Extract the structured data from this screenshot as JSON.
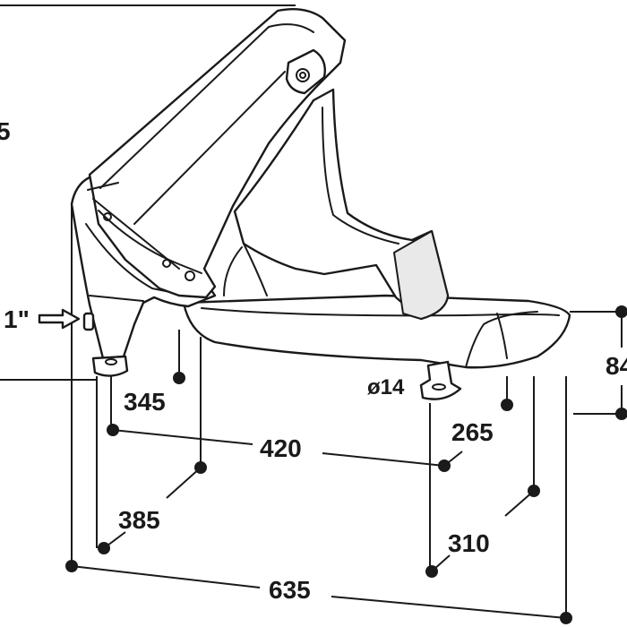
{
  "colors": {
    "line": "#1a1a1a",
    "background": "#ffffff",
    "shade": "#e9e9e9"
  },
  "dimensions": {
    "height_partial": "5",
    "inlet": "1\"",
    "d345": "345",
    "d420": "420",
    "d385": "385",
    "d635": "635",
    "d265": "265",
    "d310": "310",
    "d84_partial": "84",
    "hole": "ø14"
  }
}
